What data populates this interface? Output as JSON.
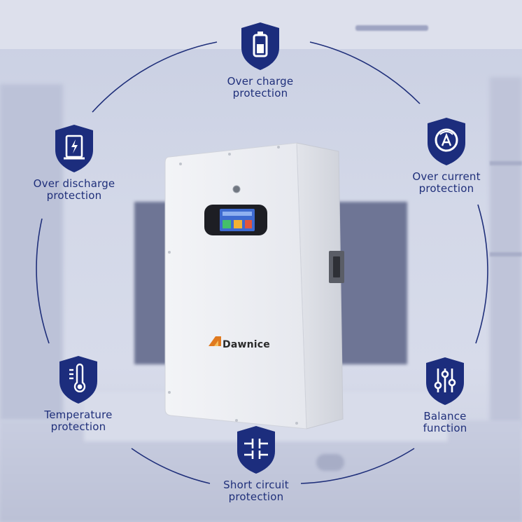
{
  "brand": {
    "name": "Dawnice",
    "accent": "#e07a1f"
  },
  "colors": {
    "shield": "#1c2d7d",
    "label": "#1f2f7a",
    "ring": "#1f2f7a"
  },
  "features": [
    {
      "id": "over-charge",
      "icon": "battery-icon",
      "label": "Over charge\nprotection"
    },
    {
      "id": "over-current",
      "icon": "ammeter-icon",
      "label": "Over current\nprotection"
    },
    {
      "id": "balance",
      "icon": "sliders-icon",
      "label": "Balance\nfunction"
    },
    {
      "id": "short-circuit",
      "icon": "circuit-icon",
      "label": "Short circuit\nprotection"
    },
    {
      "id": "temperature",
      "icon": "thermometer-icon",
      "label": "Temperature\nprotection"
    },
    {
      "id": "over-discharge",
      "icon": "discharge-icon",
      "label": "Over discharge\nprotection"
    }
  ]
}
